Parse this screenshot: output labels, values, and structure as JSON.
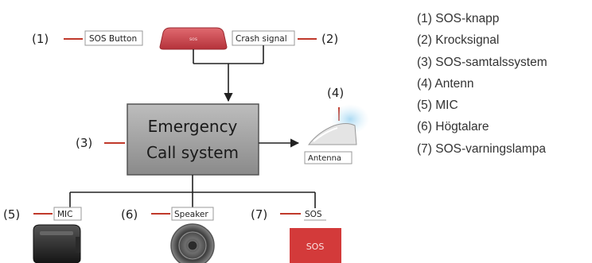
{
  "callouts": {
    "n1": "(1)",
    "n2": "(2)",
    "n3": "(3)",
    "n4": "(4)",
    "n5": "(5)",
    "n6": "(6)",
    "n7": "(7)"
  },
  "components": {
    "sos_button_label": "SOS Button",
    "sos_button_text": "sos",
    "crash_signal_label": "Crash signal",
    "system_line1": "Emergency",
    "system_line2": "Call system",
    "antenna_label": "Antenna",
    "mic_label": "MIC",
    "speaker_label": "Speaker",
    "sos_lamp_label": "SOS",
    "sos_lamp_text": "SOS"
  },
  "legend": [
    "(1) SOS-knapp",
    "(2) Krocksignal",
    "(3) SOS-samtalssystem",
    "(4) Antenn",
    "(5) MIC",
    "(6) Högtalare",
    "(7) SOS-varningslampa"
  ],
  "colors": {
    "accent_red": "#c0392b",
    "box_gray": "#9a9a9a",
    "line": "#222222"
  }
}
